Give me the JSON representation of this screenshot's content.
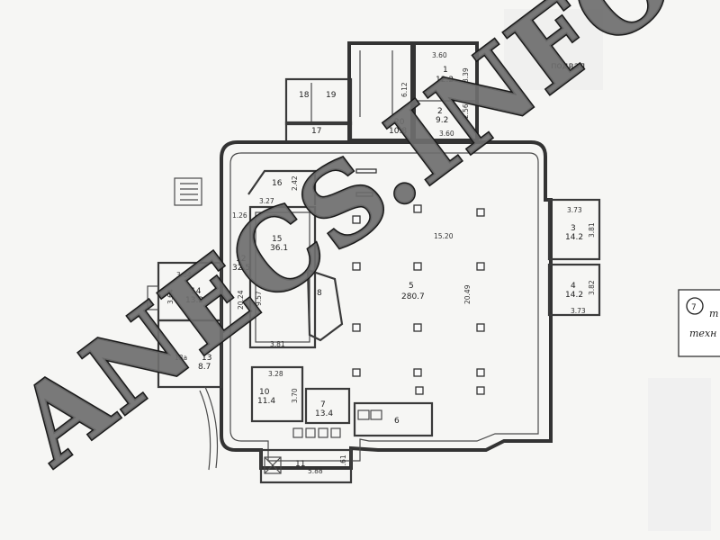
{
  "plan": {
    "floor_label": "подвал",
    "rooms": [
      {
        "num": "1",
        "area": "12.2"
      },
      {
        "num": "2",
        "area": "9.2"
      },
      {
        "num": "3",
        "area": "14.2"
      },
      {
        "num": "4",
        "area": "14.2"
      },
      {
        "num": "5",
        "area": "280.7"
      },
      {
        "num": "6",
        "area": ""
      },
      {
        "num": "7",
        "area": "13.4"
      },
      {
        "num": "8",
        "area": ""
      },
      {
        "num": "10",
        "area": "11.4"
      },
      {
        "num": "11",
        "area": ""
      },
      {
        "num": "12",
        "area": "32.5"
      },
      {
        "num": "13",
        "area": "8.7"
      },
      {
        "num": "14",
        "area": "13.2"
      },
      {
        "num": "15",
        "area": "36.1"
      },
      {
        "num": "16",
        "area": ""
      },
      {
        "num": "17",
        "area": ""
      },
      {
        "num": "18",
        "area": ""
      },
      {
        "num": "19",
        "area": ""
      },
      {
        "num": "20",
        "area": "10.8"
      }
    ],
    "room_13a": "13a",
    "dimensions": {
      "d_360_top": "3.60",
      "d_339": "3.39",
      "d_612": "6.12",
      "d_256": "2.56",
      "d_360_bottom": "3.60",
      "d_242": "2.42",
      "d_327": "3.27",
      "d_126": "1.26",
      "d_373_top": "3.73",
      "d_381": "3.81",
      "d_1520": "15.20",
      "d_364_top": "3.64",
      "d_364_side": "3.64",
      "d_2024": "20.24",
      "d_957": "9.57",
      "d_2049": "20.49",
      "d_382": "3.82",
      "d_373_bottom": "3.73",
      "d_381_bottom": "3.81",
      "d_328": "3.28",
      "d_370": "3.70",
      "d_588": "5.88",
      "d_161": "1.61"
    },
    "side_note": {
      "badge": "7",
      "line1": "т",
      "line2": "техн"
    }
  },
  "watermark": "ANECS.INFO",
  "colors": {
    "paper": "#f6f6f4",
    "ink": "#333333",
    "watermark_fill": "#6e6e6e",
    "watermark_outline": "#1a1a1a"
  }
}
